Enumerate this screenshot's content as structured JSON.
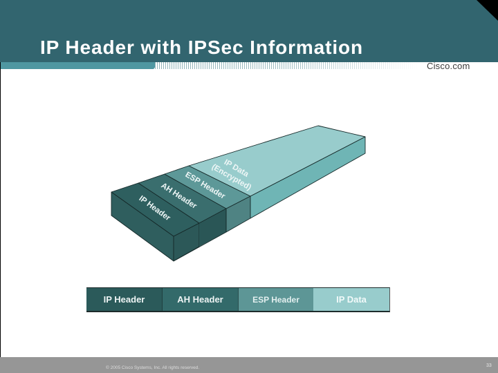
{
  "slide": {
    "title": "IP Header with IPSec Information",
    "brand": "Cisco.com",
    "copyright": "© 2005 Cisco Systems, Inc. All rights reserved.",
    "page_number": "33"
  },
  "diagram_3d": {
    "layers": [
      {
        "label": "IP Header",
        "top_color": "#2e5f5f",
        "front_color": "#2c5858"
      },
      {
        "label": "AH Header",
        "top_color": "#3a6e6e",
        "front_color": "#2a5656"
      },
      {
        "label": "ESP Header",
        "top_color": "#5d9898",
        "front_color": "#4f8383"
      },
      {
        "label_line1": "IP Data",
        "label_line2": "(Encrypted)",
        "top_color": "#98cccc",
        "front_color": "#6fb5b5"
      }
    ]
  },
  "packet_bar": {
    "segments": [
      {
        "label": "IP Header",
        "color": "#2b5a5a"
      },
      {
        "label": "AH Header",
        "color": "#336a6a"
      },
      {
        "label": "ESP Header",
        "color": "#5d9696"
      },
      {
        "label": "IP Data",
        "color": "#98cccc"
      }
    ]
  },
  "colors": {
    "header_band": "#32656f",
    "accent_stripe": "#4f97a1",
    "footer": "#969696"
  }
}
